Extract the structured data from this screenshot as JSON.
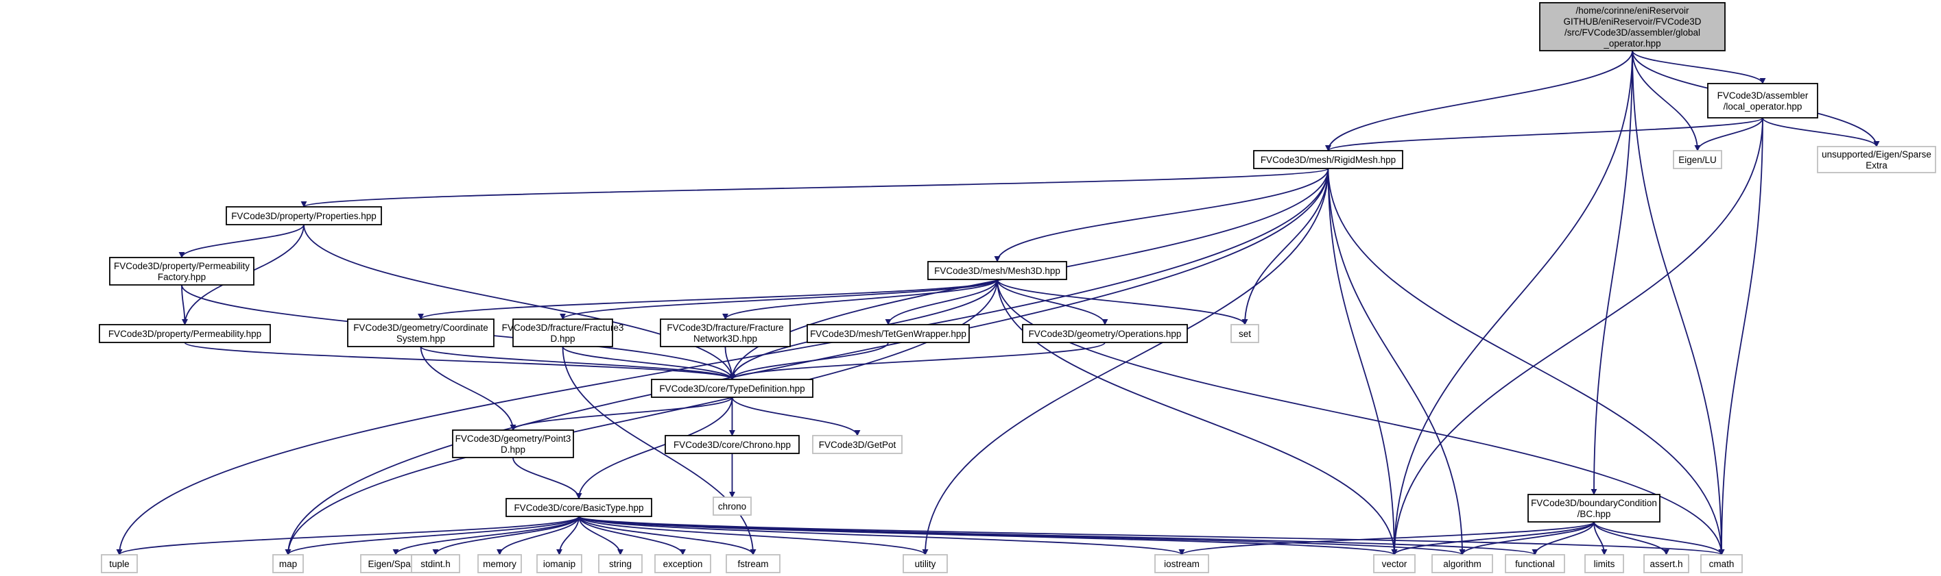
{
  "colors": {
    "edge": "#191970",
    "root_fill": "#bfbfbf",
    "external_border": "#bfbfbf",
    "internal_border": "#000000"
  },
  "nodes": {
    "root": {
      "lines": [
        "/home/corinne/eniReservoir",
        "GITHUB/eniReservoir/FVCode3D",
        "/src/FVCode3D/assembler/global",
        "_operator.hpp"
      ]
    },
    "local_operator": {
      "lines": [
        "FVCode3D/assembler",
        "/local_operator.hpp"
      ]
    },
    "eigen_lu": {
      "lines": [
        "Eigen/LU"
      ]
    },
    "eigen_sparse_extra": {
      "lines": [
        "unsupported/Eigen/Sparse",
        "Extra"
      ]
    },
    "rigidmesh": {
      "lines": [
        "FVCode3D/mesh/RigidMesh.hpp"
      ]
    },
    "properties": {
      "lines": [
        "FVCode3D/property/Properties.hpp"
      ]
    },
    "perm_factory": {
      "lines": [
        "FVCode3D/property/Permeability",
        "Factory.hpp"
      ]
    },
    "permeability": {
      "lines": [
        "FVCode3D/property/Permeability.hpp"
      ]
    },
    "mesh3d": {
      "lines": [
        "FVCode3D/mesh/Mesh3D.hpp"
      ]
    },
    "coordsys": {
      "lines": [
        "FVCode3D/geometry/Coordinate",
        "System.hpp"
      ]
    },
    "fracture3d": {
      "lines": [
        "FVCode3D/fracture/Fracture3",
        "D.hpp"
      ]
    },
    "fracnet": {
      "lines": [
        "FVCode3D/fracture/Fracture",
        "Network3D.hpp"
      ]
    },
    "tetgen": {
      "lines": [
        "FVCode3D/mesh/TetGenWrapper.hpp"
      ]
    },
    "operations": {
      "lines": [
        "FVCode3D/geometry/Operations.hpp"
      ]
    },
    "set": {
      "lines": [
        "set"
      ]
    },
    "typedef": {
      "lines": [
        "FVCode3D/core/TypeDefinition.hpp"
      ]
    },
    "point3d": {
      "lines": [
        "FVCode3D/geometry/Point3",
        "D.hpp"
      ]
    },
    "chrono_hpp": {
      "lines": [
        "FVCode3D/core/Chrono.hpp"
      ]
    },
    "getpot": {
      "lines": [
        "FVCode3D/GetPot"
      ]
    },
    "chrono": {
      "lines": [
        "chrono"
      ]
    },
    "basictype": {
      "lines": [
        "FVCode3D/core/BasicType.hpp"
      ]
    },
    "bc": {
      "lines": [
        "FVCode3D/boundaryCondition",
        "/BC.hpp"
      ]
    },
    "tuple": {
      "lines": [
        "tuple"
      ]
    },
    "map": {
      "lines": [
        "map"
      ]
    },
    "eigen_sparse": {
      "lines": [
        "Eigen/Sparse"
      ]
    },
    "stdint": {
      "lines": [
        "stdint.h"
      ]
    },
    "memory": {
      "lines": [
        "memory"
      ]
    },
    "iomanip": {
      "lines": [
        "iomanip"
      ]
    },
    "string": {
      "lines": [
        "string"
      ]
    },
    "exception": {
      "lines": [
        "exception"
      ]
    },
    "fstream": {
      "lines": [
        "fstream"
      ]
    },
    "utility": {
      "lines": [
        "utility"
      ]
    },
    "iostream": {
      "lines": [
        "iostream"
      ]
    },
    "vector": {
      "lines": [
        "vector"
      ]
    },
    "algorithm": {
      "lines": [
        "algorithm"
      ]
    },
    "functional": {
      "lines": [
        "functional"
      ]
    },
    "limits": {
      "lines": [
        "limits"
      ]
    },
    "assert": {
      "lines": [
        "assert.h"
      ]
    },
    "cmath": {
      "lines": [
        "cmath"
      ]
    }
  }
}
